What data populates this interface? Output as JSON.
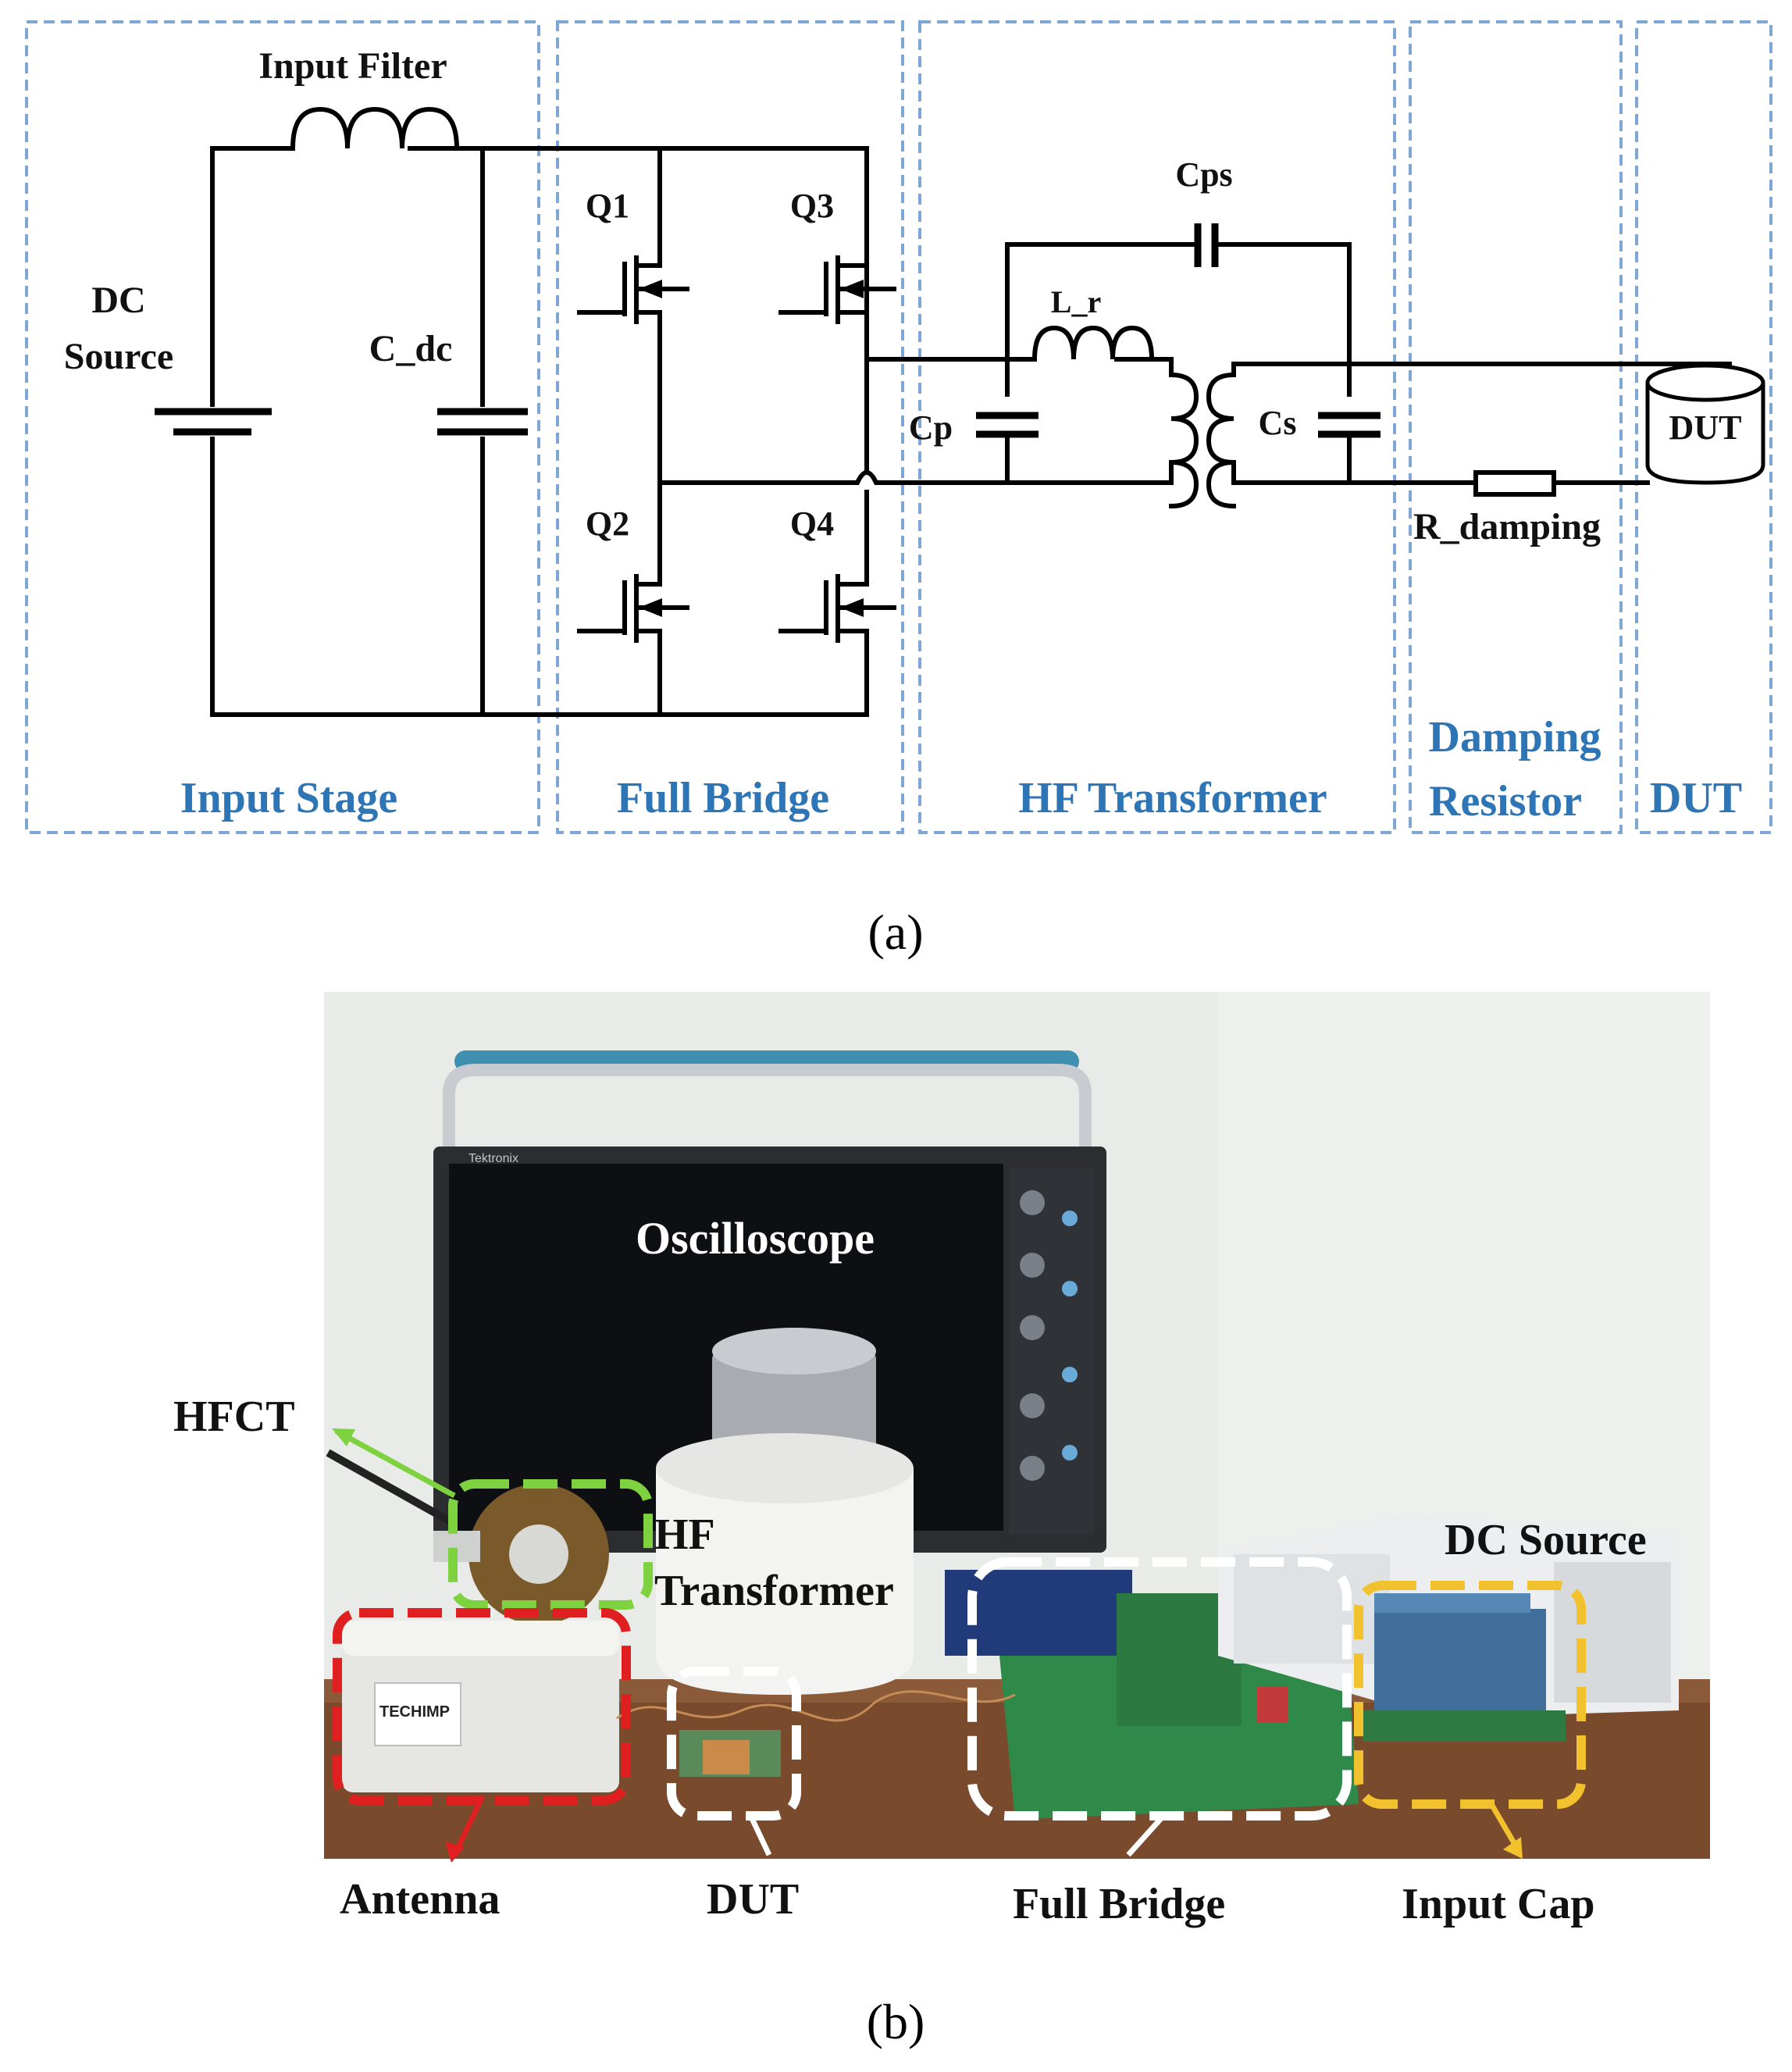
{
  "schematic": {
    "components": {
      "input_filter": "Input Filter",
      "dc_source": [
        "DC",
        "Source"
      ],
      "c_dc": "C_dc",
      "q1": "Q1",
      "q2": "Q2",
      "q3": "Q3",
      "q4": "Q4",
      "cps": "Cps",
      "l_r": "L_r",
      "cp": "Cp",
      "cs": "Cs",
      "dut": "DUT",
      "r_damping": "R_damping"
    },
    "sections": {
      "input_stage": "Input Stage",
      "full_bridge": "Full Bridge",
      "hf_transformer": "HF Transformer",
      "damping_resistor": [
        "Damping",
        "Resistor"
      ],
      "dut": "DUT"
    },
    "caption": "(a)"
  },
  "photo": {
    "labels": {
      "oscilloscope": "Oscilloscope",
      "hfct": "HFCT",
      "hf_transformer": [
        "HF",
        "Transformer"
      ],
      "dc_source": "DC Source",
      "antenna": "Antenna",
      "dut": "DUT",
      "full_bridge": "Full Bridge",
      "input_cap": "Input Cap"
    },
    "device_text": {
      "brand": "Tektronix",
      "antenna_brand": "TECHIMP"
    },
    "colors": {
      "hfct_box": "#7ed23f",
      "antenna_box": "#e02020",
      "dut_box": "#ffffff",
      "full_bridge_box": "#ffffff",
      "input_cap_box": "#f2c12e"
    },
    "caption": "(b)"
  }
}
